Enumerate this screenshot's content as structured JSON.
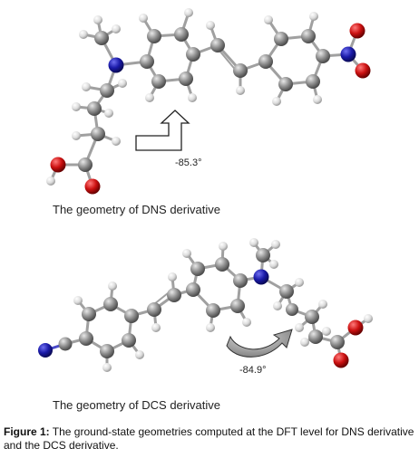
{
  "figure": {
    "panel_a": {
      "label": "The geometry of DNS derivative",
      "angle": "-85.3°"
    },
    "panel_b": {
      "label": "The geometry of DCS derivative",
      "angle": "-84.9°"
    },
    "caption": {
      "prefix": "Figure 1:",
      "text": " The ground-state geometries computed at the DFT level for DNS derivative and the DCS derivative."
    }
  },
  "colors": {
    "carbon": "#8c8c8c",
    "hydrogen": "#e6e6e6",
    "nitrogen": "#1a1aa8",
    "oxygen": "#cc1111",
    "bond": "#9a9a9a"
  }
}
